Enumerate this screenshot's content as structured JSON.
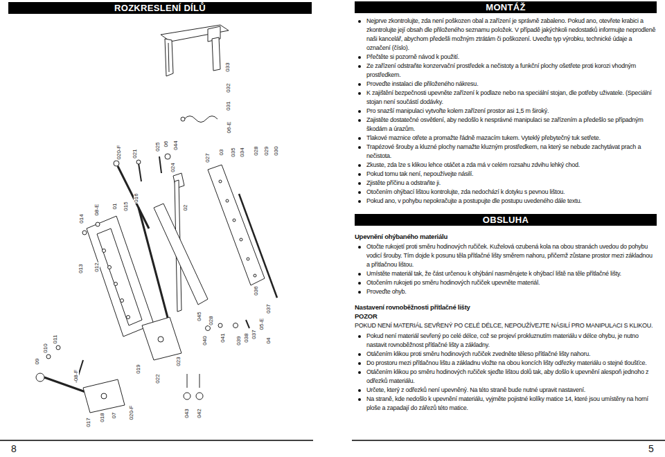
{
  "diagram": {
    "nodes": [
      {
        "text": [
          "ROZKRESLENÍ DÍLŮ"
        ]
      },
      {
        "text": [
          "MONTÁŽ"
        ]
      },
      {
        "text": [
          "OBSLUHA"
        ]
      }
    ],
    "labels": [
      "Nejprve zkontrolujte, zda není poškozen obal a zařízení je správně zabaleno. Pokud ano, otevřete krabici a zkontrolujte její obsah dle přiloženého seznamu položek. V případě jakýchkoli nedostatků informujte neprodleně naši kancelář, abychom předešli možným ztrátám či poškození. Uveďte typ výrobku, technické údaje a označení (číslo).",
      "Přečtěte si pozorně návod k použití.",
      "Ze zařízení odstraňte konzervační prostředek a nečistoty a funkční plochy ošetřete proti korozi vhodným prostředkem.",
      "Proveďte instalaci dle přiloženého nákresu.",
      "K zajištění bezpečnosti upevněte zařízení k podlaze nebo na speciální stojan, dle potřeby uživatele. (Speciální stojan není součástí dodávky.",
      "Pro snazší manipulaci vytvořte kolem zařízení prostor asi 1,5 m široký.",
      "Zajistěte dostatečné osvětlení, aby nedošlo k nesprávné manipulaci se zařízením a předešlo se případným škodám a úrazům.",
      "Tlakové maznice otřete a promažte řádně mazacím tukem. Vyteklý přebytečný tuk setřete.",
      "Trapézové šrouby a kluzné plochy namažte kluzným prostředkem, na který se nebude zachytávat prach a nečistota.",
      "Zkuste, zda lze s klikou lehce otáčet a zda má v celém rozsahu zdvihu lehký chod.",
      "Pokud tomu tak není, nepoužívejte násilí.",
      "Zjistěte příčinu a odstraňte ji.",
      "Otočením ohýbací lištou kontrolujte, zda nedochází k dotyku s pevnou lištou.",
      "Pokud ano, v pohybu nepokračujte a postupujte dle postupu uvedeného dále textu.",
      "Upevnění ohýbaného materiálu",
      "Otočte rukojetí proti směru hodinových ručiček. Kuželová ozubená kola na obou stranách uvedou do pohybu vodicí šrouby. Tím dojde k posunu těla přítlačné lišty směrem nahoru, přičemž zůstane prostor mezi základnou a přítlačnou lištou.",
      "Umístěte materiál tak, že část určenou k ohýbání nasměrujete k ohýbací liště na těle přítlačné lišty.",
      "Otočením rukojeti po směru hodinových ručiček upevněte materiál.",
      "Proveďte ohyb.",
      "Nastavení rovnoběžnosti přítlačné lišty",
      "POZOR",
      "POKUD NENÍ MATERIÁL SEVŘENÝ PO CELÉ DÉLCE, NEPOUŽÍVEJTE NÁSILÍ PRO MANIPULACI S KLIKOU.",
      "Pokud není materiál sevřený po celé délce, což se projeví prokluznutím materiálu v délce ohybu, je nutno nastavit rovnoběžnost přítlačné lišty a základny.",
      "Otáčením klikou proti směru hodinových ručiček zvedněte těleso přítlačné lišty nahoru.",
      "Do prostoru mezi přítlačnou lištu a základnu vložte na obou koncích lišty odřezky materiálu o stejné tloušťce.",
      "Otáčením klikou po směru hodinových ručiček sjeďte lištou dolů tak, aby došlo k upevnění alespoň jednoho z odřezků materiálu.",
      "Určete, který z odřezků není upevněný. Na této straně bude nutné upravit nastavení.",
      "Na straně, kde nedošlo k upevnění materiálu, vyjměte pojistné kolíky matice 14, které jsou umístěny na horní ploše a zapadají do zářezů této matice.",
      "8",
      "5",
      "033",
      "032",
      "031",
      "06-E",
      "020-F",
      "021",
      "025",
      "06",
      "044",
      "024",
      "027",
      "03",
      "035",
      "034",
      "028",
      "029",
      "030",
      "02",
      "014",
      "08-E",
      "01",
      "015",
      "016",
      "013",
      "012",
      "036",
      "045",
      "028",
      "040",
      "041",
      "039",
      "038",
      "037",
      "05-E",
      "037",
      "04",
      "09",
      "010",
      "011",
      "08-F",
      "019",
      "022",
      "023",
      "017",
      "018",
      "07",
      "020-F",
      "043",
      "042"
    ]
  }
}
